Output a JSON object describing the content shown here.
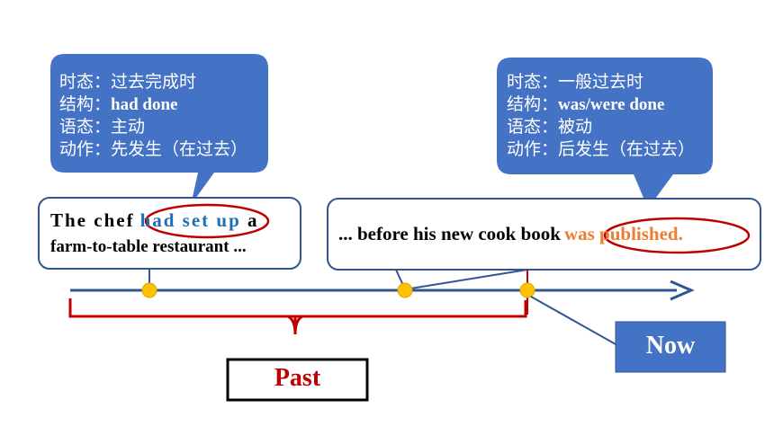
{
  "left_callout": {
    "line1_label": "时态：",
    "line1_value": "过去完成时",
    "line2_label": "结构：",
    "line2_value": "had done",
    "line3_label": "语态：",
    "line3_value": "主动",
    "line4_label": "动作：",
    "line4_value": "先发生（在过去）"
  },
  "right_callout": {
    "line1_label": "时态：",
    "line1_value": "一般过去时",
    "line2_label": "结构：",
    "line2_value": "was/were done",
    "line3_label": "语态：",
    "line3_value": "被动",
    "line4_label": "动作：",
    "line4_value": "后发生（在过去）"
  },
  "left_sentence": {
    "pre": "The chef",
    "highlight": "had set up",
    "post": " a",
    "line2": "farm-to-table restaurant ..."
  },
  "right_sentence": {
    "pre": "... before his new cook book",
    "highlight": "was published",
    "post": "."
  },
  "labels": {
    "past": "Past",
    "now": "Now"
  },
  "colors": {
    "callout_fill": "#4472c4",
    "box_border": "#2f5597",
    "timeline": "#2f5597",
    "dot": "#ffc000",
    "bracket": "#c00000",
    "highlight_blue": "#1f6fb5",
    "highlight_orange": "#ed7d31",
    "now_fill": "#4472c4"
  }
}
